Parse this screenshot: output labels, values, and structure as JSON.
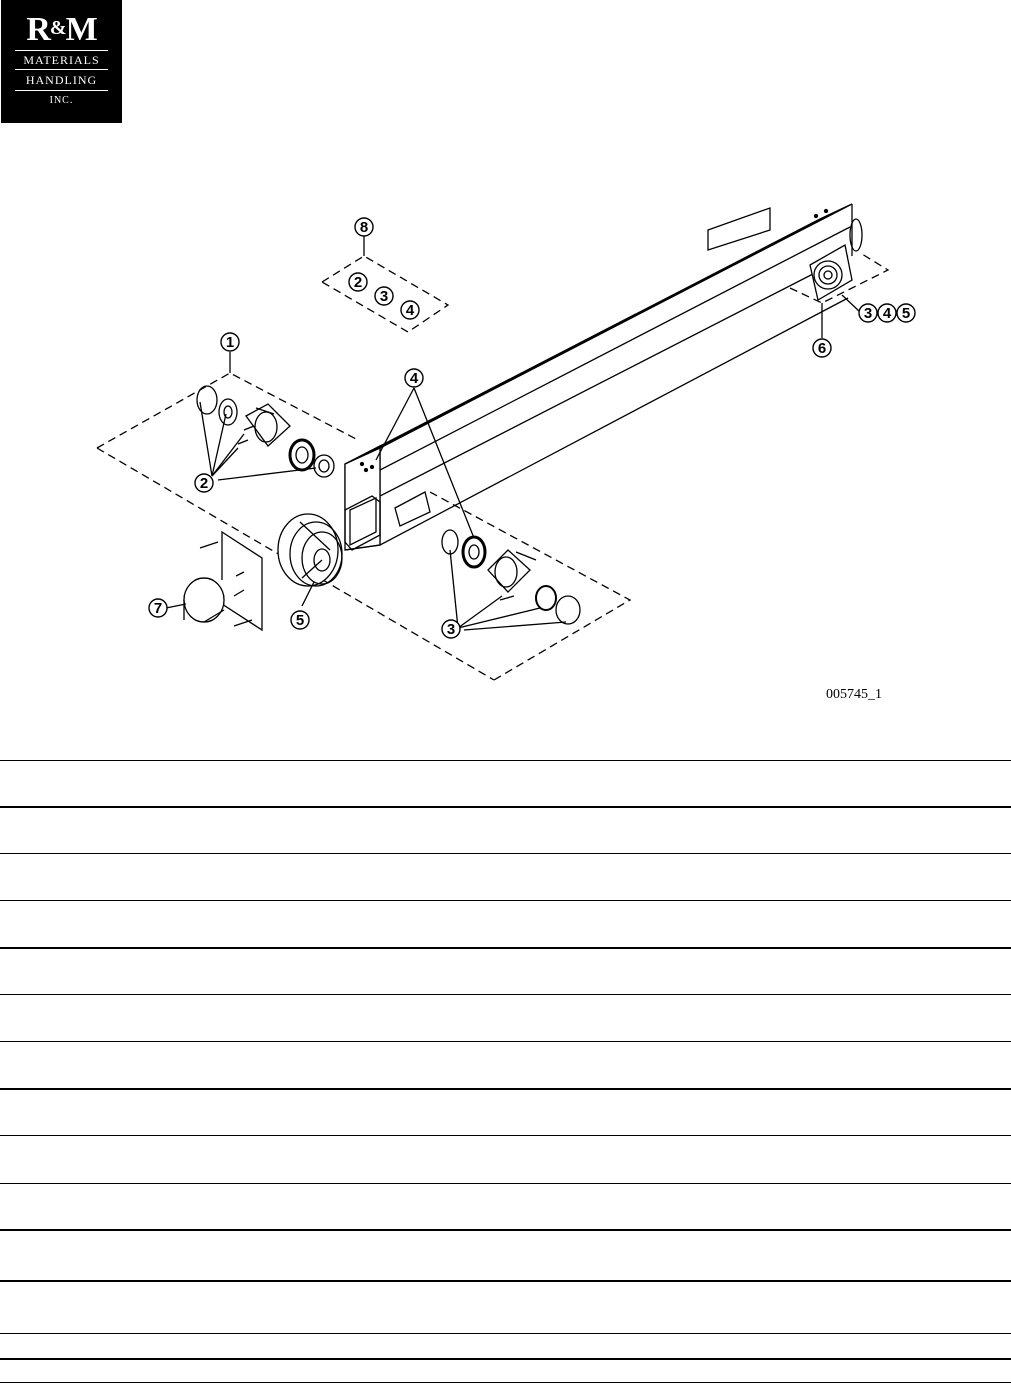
{
  "logo": {
    "line1": "R&M",
    "line2": "MATERIALS",
    "line3": "HANDLING",
    "line4": "INC.",
    "background": "#000000",
    "foreground": "#ffffff"
  },
  "drawing": {
    "id_label": "005745_1",
    "callouts": {
      "c1": "1",
      "c2": "2",
      "c3": "3",
      "c4": "4",
      "c5": "5",
      "c6": "6",
      "c7": "7",
      "c8": "8",
      "k8_2": "2",
      "k8_3": "3",
      "k8_4": "4",
      "r3": "3",
      "r4": "4",
      "r5": "5"
    }
  },
  "parts_table": {
    "row_count": 13,
    "rows": [
      "",
      "",
      "",
      "",
      "",
      "",
      "",
      "",
      "",
      "",
      "",
      "",
      ""
    ]
  }
}
